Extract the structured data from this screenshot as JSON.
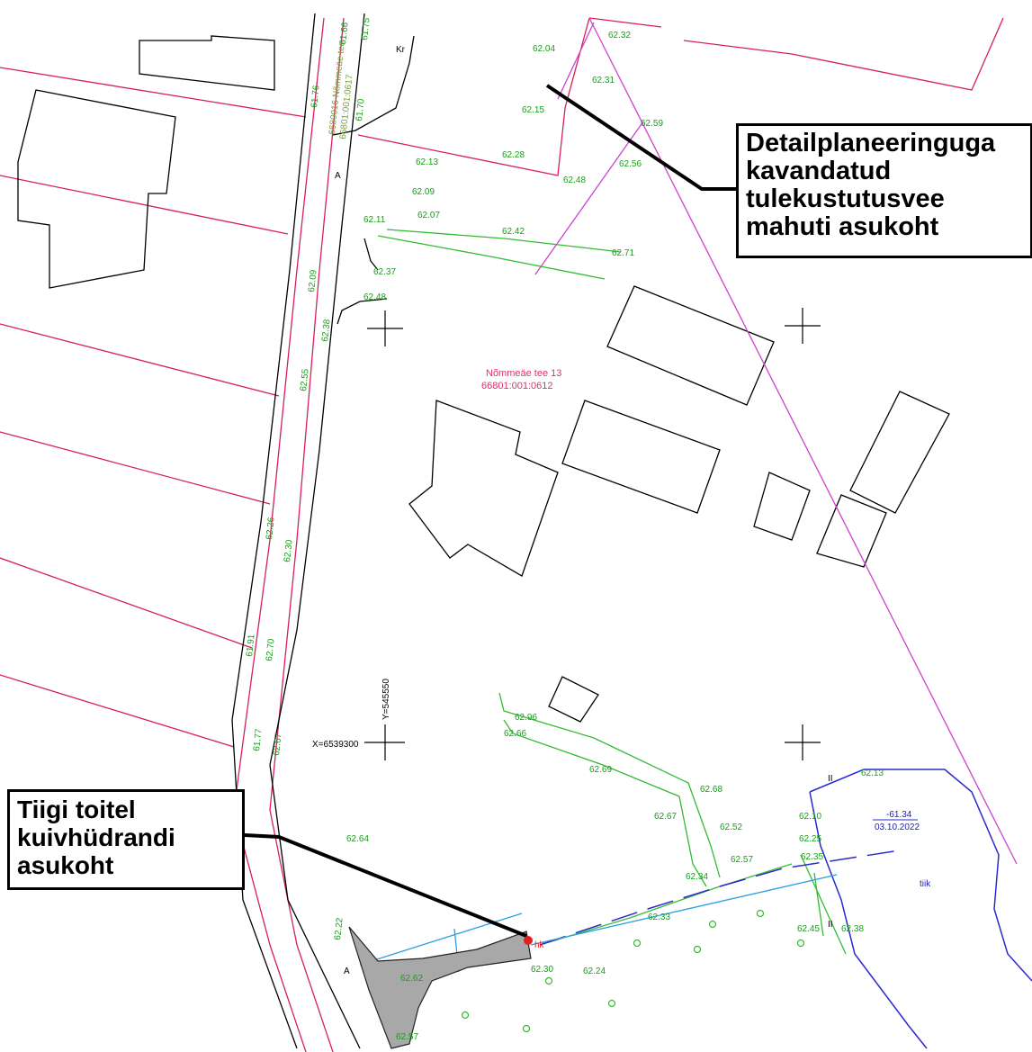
{
  "callouts": {
    "top": [
      "Detailplaneeringuga",
      "kavandatud",
      "tulekustutusvee",
      "mahuti asukoht"
    ],
    "bottom": [
      "Tiigi toitel",
      "kuivhüdrandi",
      "asukoht"
    ]
  },
  "parcel": {
    "name": "Nõmmeäe tee 13",
    "code": "66801:001:0612",
    "road_code": "66801:001:0617",
    "road_name": "6680016 Nõmmeäe tee"
  },
  "coordinates": {
    "x_label": "X=6539300",
    "y_label": "Y=545550"
  },
  "pond": {
    "level": "-61.34",
    "date": "03.10.2022",
    "label": "tiik"
  },
  "markers": {
    "kr": "Kr",
    "a1": "A",
    "a2": "A",
    "roman1": "II",
    "roman2": "II",
    "hydrant": "hk"
  },
  "elevations": [
    "62.32",
    "62.04",
    "62.31",
    "62.15",
    "62.59",
    "62.56",
    "62.13",
    "62.28",
    "62.48",
    "62.09",
    "62.11",
    "62.07",
    "62.42",
    "62.71",
    "62.37",
    "62.48",
    "62.38",
    "62.55",
    "62.96",
    "62.66",
    "62.69",
    "62.68",
    "62.67",
    "62.52",
    "62.57",
    "62.34",
    "62.33",
    "62.10",
    "62.13",
    "62.25",
    "62.35",
    "62.45",
    "62.38",
    "62.64",
    "62.62",
    "62.30",
    "62.24",
    "62.57",
    "61.76",
    "61.75",
    "61.66",
    "61.70",
    "62.09",
    "62.30",
    "62.26",
    "62.70",
    "61.91",
    "62.67",
    "61.77",
    "62.22"
  ],
  "colors": {
    "parcel_line": "#d81e5b",
    "contour": "#33bb33",
    "pipe": "#d040d0",
    "pond": "#2a2ad0",
    "hose": "#2aa0e0",
    "building": "#000000"
  }
}
